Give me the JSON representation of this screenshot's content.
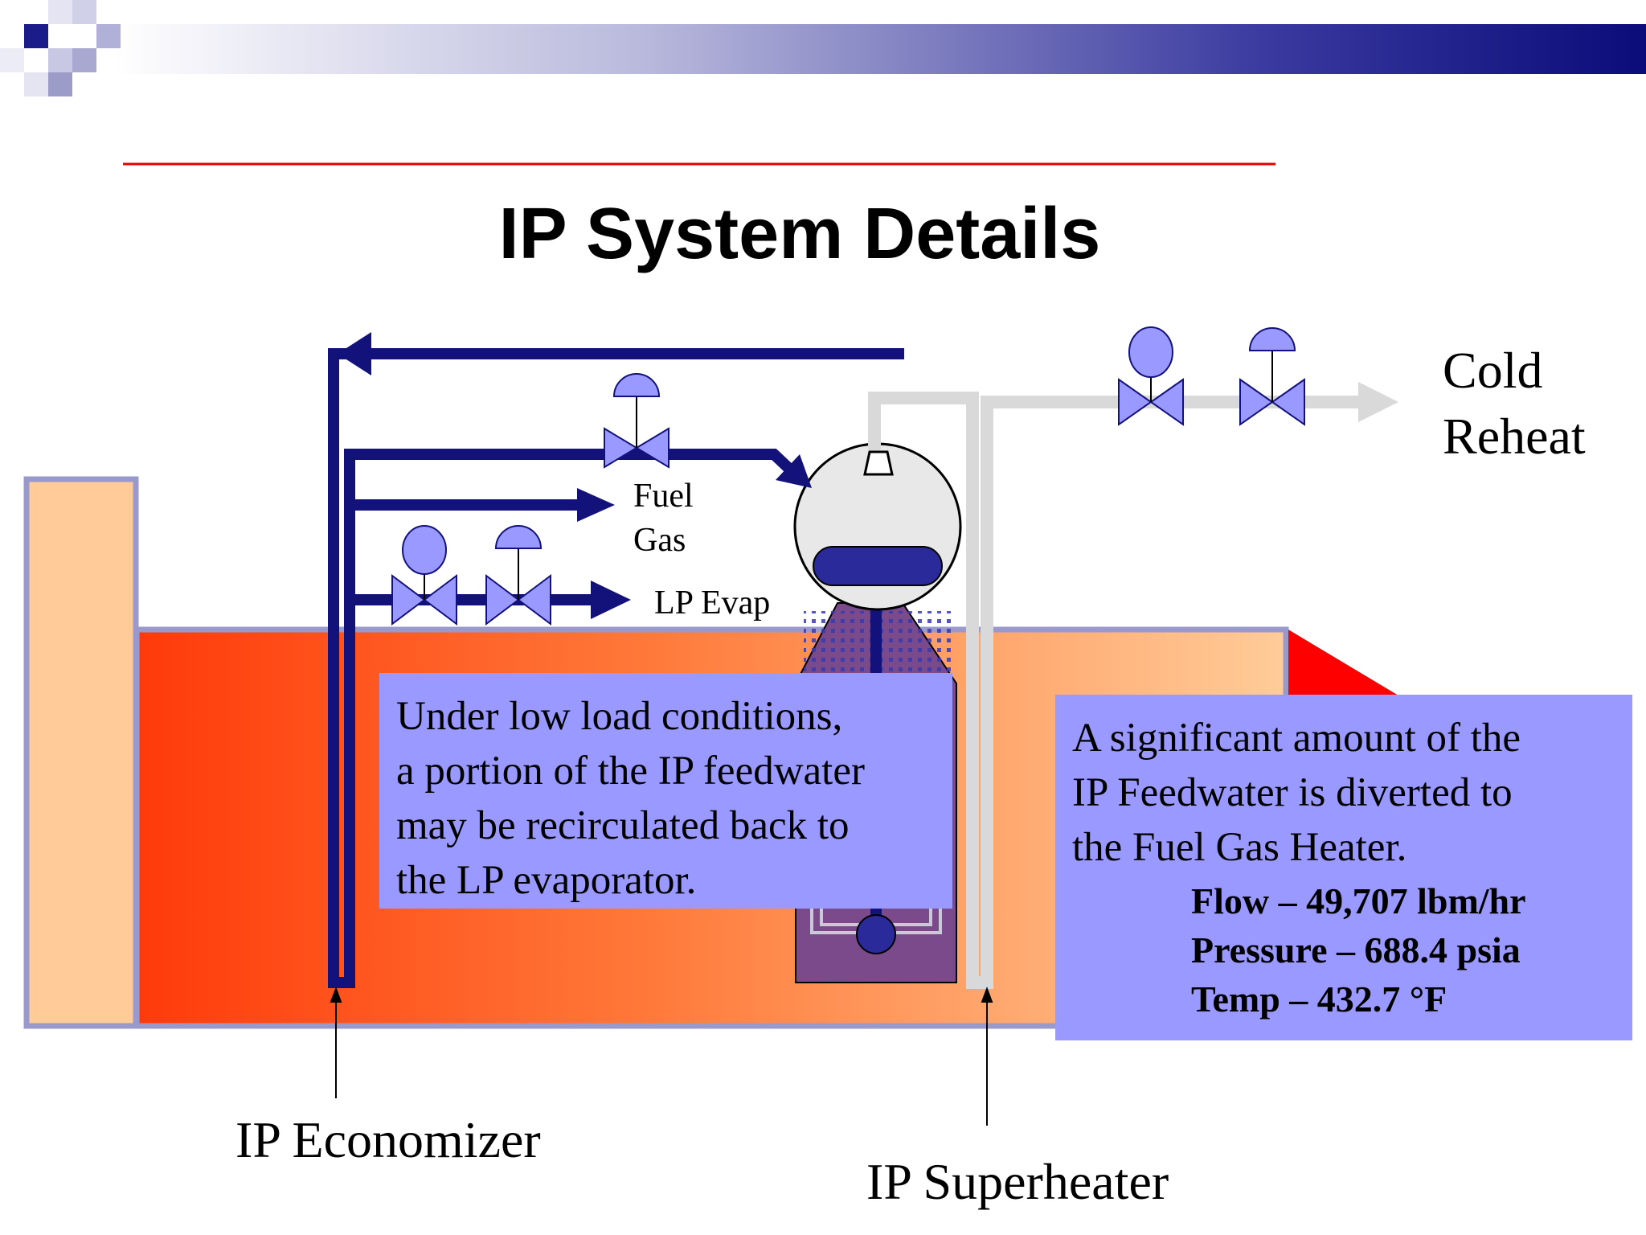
{
  "slide": {
    "title": "IP System Details"
  },
  "labels": {
    "cold_reheat_line1": "Cold",
    "cold_reheat_line2": "Reheat",
    "fuel_gas_line1": "Fuel",
    "fuel_gas_line2": "Gas",
    "lp_evap": "LP Evap",
    "ip_economizer": "IP Economizer",
    "ip_superheater": "IP Superheater"
  },
  "callout_left": {
    "lines": [
      "Under low load conditions,",
      "a portion of the IP feedwater",
      "may be recirculated back to",
      "the LP evaporator."
    ]
  },
  "callout_right": {
    "lines": [
      "A significant amount of the",
      "IP Feedwater is diverted to",
      "the Fuel Gas Heater."
    ],
    "stats": {
      "flow": "Flow – 49,707 lbm/hr",
      "pressure": "Pressure – 688.4 psia",
      "temp": "Temp – 432.7 °F"
    }
  },
  "colors": {
    "feedwater_pipe": "#12127a",
    "steam_pipe": "#d9d9d9",
    "valve_fill": "#9999ff",
    "callout_fill": "#9999ff",
    "duct_hot": "#ff3a0a",
    "duct_cool": "#ffcc99",
    "stack": "#ffcc99",
    "header_bar_dark": "#0b0b7a",
    "rule_red": "#e60000"
  }
}
